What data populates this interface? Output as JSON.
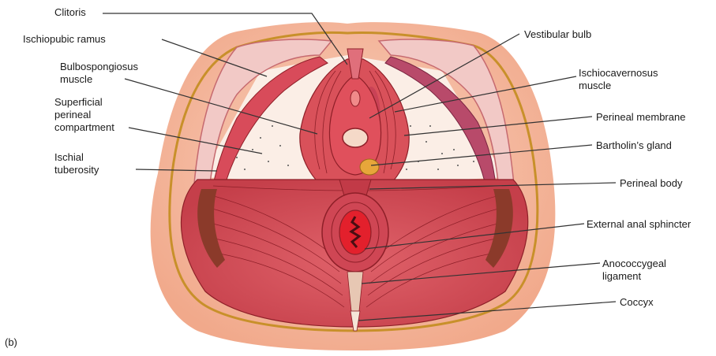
{
  "figure": {
    "panel_label": "(b)",
    "labels": {
      "clitoris": "Clitoris",
      "ischiopubic_ramus": "Ischiopubic ramus",
      "bulbospongiosus_1": "Bulbospongiosus",
      "bulbospongiosus_2": "muscle",
      "superficial_1": "Superficial",
      "superficial_2": "perineal",
      "superficial_3": "compartment",
      "ischial_1": "Ischial",
      "ischial_2": "tuberosity",
      "vestibular_bulb": "Vestibular bulb",
      "ischiocavernosus_1": "Ischiocavernosus",
      "ischiocavernosus_2": "muscle",
      "perineal_membrane": "Perineal membrane",
      "bartholins_gland": "Bartholin’s gland",
      "perineal_body": "Perineal body",
      "external_anal_sphincter": "External anal sphincter",
      "anococcygeal_1": "Anococcygeal",
      "anococcygeal_2": "ligament",
      "coccyx": "Coccyx"
    },
    "colors": {
      "skin_outer": "#f4b79a",
      "skin_inner": "#f6c6ad",
      "outline_gold": "#c8902a",
      "muscle": "#d9515a",
      "muscle_dark": "#b8323c",
      "muscle_line": "#8e1f28",
      "membrane": "#fbeee6",
      "bone": "#f2c9c6",
      "ischiocav": "#b84a6a",
      "gland": "#e7a63a",
      "leader": "#333333"
    }
  }
}
